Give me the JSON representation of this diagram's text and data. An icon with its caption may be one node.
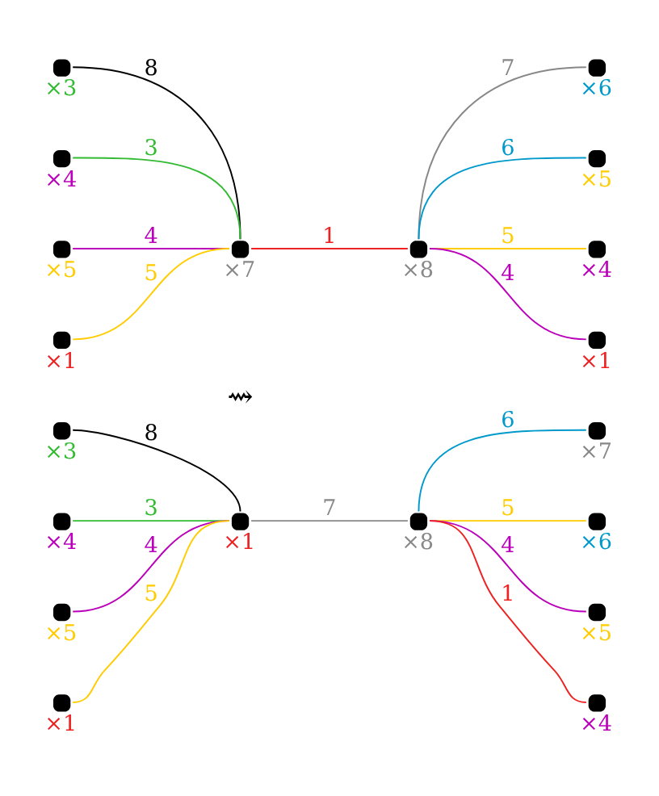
{
  "diagram": {
    "nodes": [
      {
        "text": [],
        "shape": "circle",
        "beside": [
          "×7"
        ]
      },
      {
        "text": [],
        "shape": "circle",
        "beside": [
          "×3"
        ]
      },
      {
        "text": [],
        "shape": "circle",
        "beside": [
          "×4"
        ]
      },
      {
        "text": [],
        "shape": "circle",
        "beside": [
          "×5"
        ]
      },
      {
        "text": [],
        "shape": "circle",
        "beside": [
          "×1"
        ]
      },
      {
        "text": [],
        "shape": "circle",
        "beside": [
          "×8"
        ]
      },
      {
        "text": [],
        "shape": "circle",
        "beside": [
          "×6"
        ]
      },
      {
        "text": [],
        "shape": "circle",
        "beside": [
          "×5"
        ]
      },
      {
        "text": [],
        "shape": "circle",
        "beside": [
          "×4"
        ]
      },
      {
        "text": [],
        "shape": "circle",
        "beside": [
          "×1"
        ]
      },
      {
        "text": [],
        "shape": "circle",
        "beside": [
          "×1"
        ]
      },
      {
        "text": [],
        "shape": "circle",
        "beside": [
          "×3"
        ]
      },
      {
        "text": [],
        "shape": "circle",
        "beside": [
          "×4"
        ]
      },
      {
        "text": [],
        "shape": "circle",
        "beside": [
          "×5"
        ]
      },
      {
        "text": [],
        "shape": "circle",
        "beside": [
          "×1"
        ]
      },
      {
        "text": [],
        "shape": "circle",
        "beside": [
          "×8"
        ]
      },
      {
        "text": [],
        "shape": "circle",
        "beside": [
          "×7"
        ]
      },
      {
        "text": [],
        "shape": "circle",
        "beside": [
          "×6"
        ]
      },
      {
        "text": [],
        "shape": "circle",
        "beside": [
          "×5"
        ]
      },
      {
        "text": [],
        "shape": "circle",
        "beside": [
          "×4"
        ]
      }
    ],
    "edges": [
      {
        "from": 1,
        "to": 0,
        "arrow": "none",
        "label": "8",
        "color": "#000000"
      },
      {
        "from": 2,
        "to": 0,
        "arrow": "none",
        "label": "3",
        "color": "#33bb33"
      },
      {
        "from": 3,
        "to": 0,
        "arrow": "none",
        "label": "4",
        "color": "#bb00bb"
      },
      {
        "from": 4,
        "to": 0,
        "arrow": "none",
        "label": "5",
        "color": "#ffcc00"
      },
      {
        "from": 0,
        "to": 5,
        "arrow": "none",
        "label": "1",
        "color": "#ee2222"
      },
      {
        "from": 5,
        "to": 6,
        "arrow": "none",
        "label": "7",
        "color": "#888888"
      },
      {
        "from": 5,
        "to": 7,
        "arrow": "none",
        "label": "6",
        "color": "#0099cc"
      },
      {
        "from": 5,
        "to": 8,
        "arrow": "none",
        "label": "5",
        "color": "#ffcc00"
      },
      {
        "from": 5,
        "to": 9,
        "arrow": "none",
        "label": "4",
        "color": "#bb00bb"
      },
      {
        "from": 11,
        "to": 10,
        "arrow": "none",
        "label": "8",
        "color": "#000000"
      },
      {
        "from": 12,
        "to": 10,
        "arrow": "none",
        "label": "3",
        "color": "#33bb33"
      },
      {
        "from": 13,
        "to": 10,
        "arrow": "none",
        "label": "4",
        "color": "#bb00bb"
      },
      {
        "from": 14,
        "to": 10,
        "arrow": "none",
        "label": "5",
        "color": "#ffcc00"
      },
      {
        "from": 10,
        "to": 15,
        "arrow": "none",
        "label": "7",
        "color": "#888888"
      },
      {
        "from": 15,
        "to": 16,
        "arrow": "none",
        "label": "6",
        "color": "#0099cc"
      },
      {
        "from": 15,
        "to": 17,
        "arrow": "none",
        "label": "5",
        "color": "#ffcc00"
      },
      {
        "from": 15,
        "to": 18,
        "arrow": "none",
        "label": "4",
        "color": "#bb00bb"
      },
      {
        "from": 15,
        "to": 19,
        "arrow": "none",
        "label": "1",
        "color": "#ee2222"
      }
    ],
    "labels": [
      "⇝"
    ]
  }
}
